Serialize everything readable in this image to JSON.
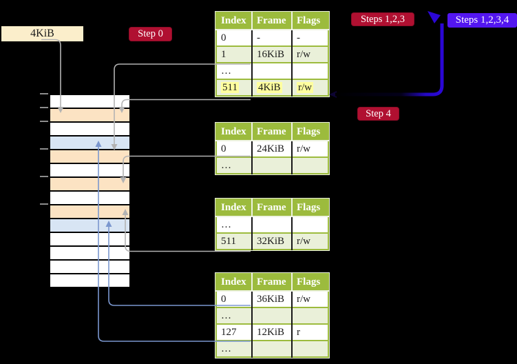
{
  "labels": {
    "frame_box": "4KiB",
    "step0": "Step 0",
    "step4": "Step 4",
    "steps123": "Steps 1,2,3",
    "steps1234": "Steps 1,2,3,4"
  },
  "memory_map": {
    "rows": [
      "white",
      "orange",
      "white",
      "blue",
      "orange",
      "white",
      "orange",
      "white",
      "orange",
      "blue",
      "white",
      "white",
      "white",
      "white"
    ]
  },
  "tables": [
    {
      "name": "table-1",
      "headers": [
        "Index",
        "Frame",
        "Flags"
      ],
      "rows": [
        {
          "cells": [
            "0",
            "-",
            "-"
          ]
        },
        {
          "cells": [
            "1",
            "16KiB",
            "r/w"
          ]
        },
        {
          "cells": [
            "…",
            "",
            ""
          ]
        },
        {
          "cells": [
            "511",
            "4KiB",
            "r/w"
          ],
          "highlighted": true
        }
      ]
    },
    {
      "name": "table-2",
      "headers": [
        "Index",
        "Frame",
        "Flags"
      ],
      "rows": [
        {
          "cells": [
            "0",
            "24KiB",
            "r/w"
          ]
        },
        {
          "cells": [
            "…",
            "",
            ""
          ]
        }
      ]
    },
    {
      "name": "table-3",
      "headers": [
        "Index",
        "Frame",
        "Flags"
      ],
      "rows": [
        {
          "cells": [
            "…",
            "",
            ""
          ]
        },
        {
          "cells": [
            "511",
            "32KiB",
            "r/w"
          ]
        }
      ]
    },
    {
      "name": "table-4",
      "headers": [
        "Index",
        "Frame",
        "Flags"
      ],
      "rows": [
        {
          "cells": [
            "0",
            "36KiB",
            "r/w"
          ]
        },
        {
          "cells": [
            "…",
            "",
            ""
          ]
        },
        {
          "cells": [
            "127",
            "12KiB",
            "r"
          ]
        },
        {
          "cells": [
            "…",
            "",
            ""
          ]
        }
      ]
    }
  ],
  "colors": {
    "header_green": "#9cbb3d",
    "row_pale_green": "#eaf0d9",
    "map_orange": "#fce3c3",
    "map_blue": "#d8e5f4",
    "frame_box_wheat": "#fbeecb",
    "badge_red": "#b01031",
    "badge_violet": "#5316f0",
    "big_arrow_blue": "#2b07d6",
    "connector_gray": "#b3b3b3",
    "connector_blue": "#7b97cf",
    "highlight_yellow": "#ffff9e"
  }
}
